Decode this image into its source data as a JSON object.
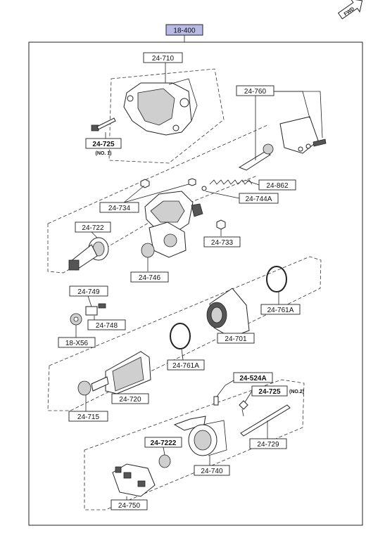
{
  "assembly": "18-400",
  "fwd_label": "FWD",
  "labels": {
    "p24_710": "24-710",
    "p24_725_top": "24-725",
    "note_no1": "(NO. 1)",
    "p24_760": "24-760",
    "p24_862": "24-862",
    "p24_744a": "24-744A",
    "p24_734": "24-734",
    "p24_722": "24-722",
    "p24_733": "24-733",
    "p24_746": "24-746",
    "p24_749": "24-749",
    "p24_748": "24-748",
    "p18_x56": "18-X56",
    "p24_761a_right": "24-761A",
    "p24_701": "24-701",
    "p24_761a_left": "24-761A",
    "p24_720": "24-720",
    "p24_715": "24-715",
    "p24_524a": "24-524A",
    "p24_725_bottom": "24-725",
    "note_no2": "(NO.2)",
    "p24_729": "24-729",
    "p24_7222": "24-7222",
    "p24_740": "24-740",
    "p24_750": "24-750"
  },
  "colors": {
    "highlight": "#b9b9e6",
    "line": "#222222"
  }
}
